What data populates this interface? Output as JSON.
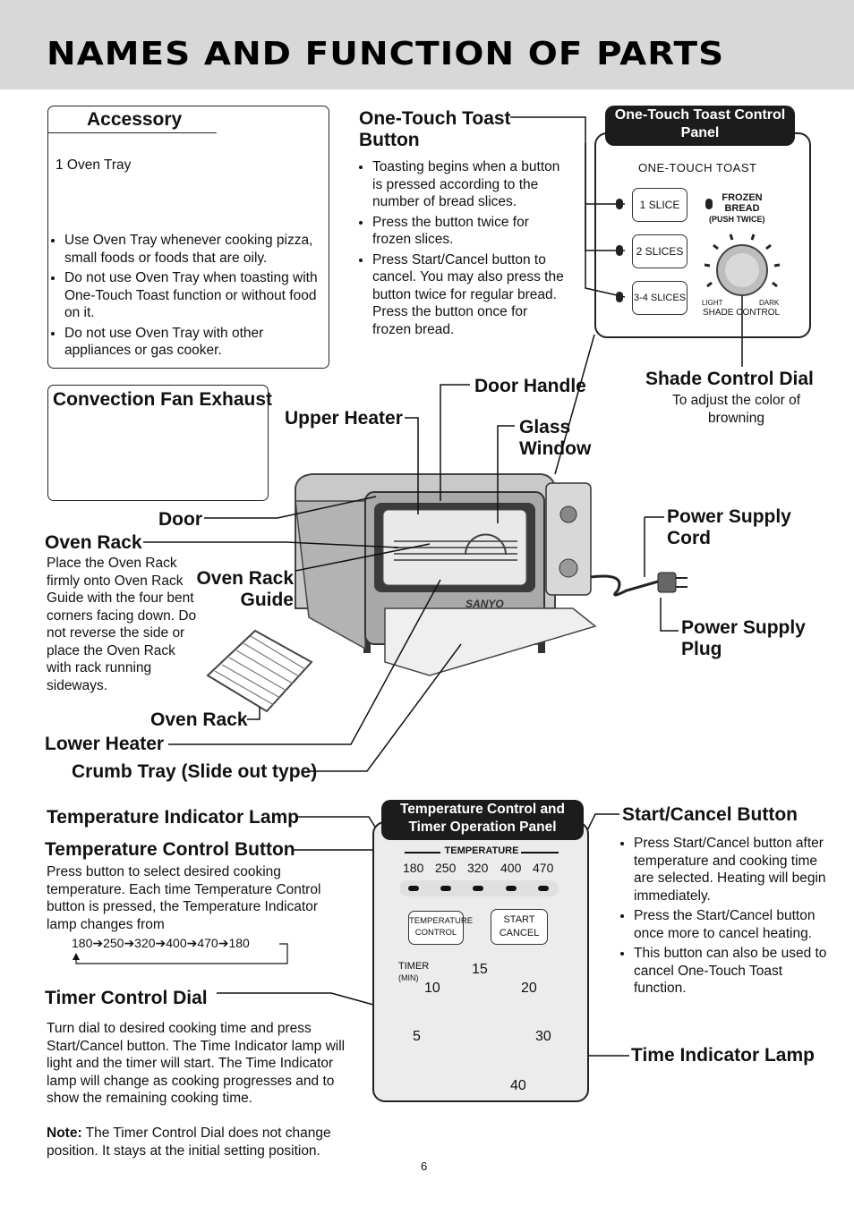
{
  "page": {
    "title": "NAMES AND FUNCTION OF PARTS",
    "page_number": "6"
  },
  "accessory": {
    "title": "Accessory",
    "item": "1 Oven Tray",
    "bullets": [
      "Use Oven Tray whenever cooking pizza, small foods or foods that are oily.",
      "Do not use Oven Tray when toasting with One-Touch Toast function or without food on it.",
      "Do not use Oven Tray with other appliances or gas cooker."
    ]
  },
  "one_touch_button": {
    "title": "One-Touch Toast Button",
    "bullets": [
      "Toasting begins when a button is pressed according to the number of bread slices.",
      "Press the button twice for frozen slices.",
      "Press Start/Cancel button to cancel.  You may also press the button twice for regular bread.  Press the button once for frozen bread."
    ]
  },
  "toast_panel": {
    "title": "One-Touch Toast Control Panel",
    "heading": "ONE-TOUCH  TOAST",
    "buttons": [
      "1 SLICE",
      "2 SLICES",
      "3-4 SLICES"
    ],
    "frozen_label": "FROZEN BREAD",
    "frozen_note": "(PUSH TWICE)",
    "light": "LIGHT",
    "dark": "DARK",
    "dial_label": "SHADE CONTROL"
  },
  "shade_dial": {
    "title": "Shade Control Dial",
    "desc": "To adjust the color of browning"
  },
  "labels": {
    "convection": "Convection Fan Exhaust",
    "upper_heater": "Upper Heater",
    "door_handle": "Door Handle",
    "glass_window": "Glass Window",
    "door": "Door",
    "oven_rack": "Oven Rack",
    "oven_rack_guide": "Oven Rack Guide",
    "power_cord": "Power Supply Cord",
    "power_plug": "Power Supply Plug",
    "oven_rack_2": "Oven Rack",
    "lower_heater": "Lower Heater",
    "crumb_tray": "Crumb Tray (Slide out type)",
    "brand": "SANYO"
  },
  "oven_rack_desc": "Place the Oven Rack firmly onto Oven Rack Guide with the four bent corners facing down.  Do not reverse the side or place the Oven Rack with rack running sideways.",
  "temp_lamp": {
    "title": "Temperature Indicator Lamp"
  },
  "temp_button": {
    "title": "Temperature Control Button",
    "desc": "Press button to select desired cooking temperature.  Each time Temperature Control button is pressed, the Temperature Indicator lamp changes from",
    "sequence": "180➔250➔320➔400➔470➔180"
  },
  "timer_dial": {
    "title": "Timer Control Dial",
    "desc": "Turn dial to desired cooking time and press Start/Cancel button.  The Time Indicator lamp will light and the timer will start.  The Time Indicator lamp will change as cooking progresses and to show the remaining cooking time.",
    "note_label": "Note:",
    "note": " The Timer Control Dial does not change position.  It stays at the initial setting position."
  },
  "temp_panel": {
    "title": "Temperature Control and Timer Operation Panel",
    "temp_heading": "TEMPERATURE",
    "temps": [
      "180",
      "250",
      "320",
      "400",
      "470"
    ],
    "temp_button": "TEMPERATURE CONTROL",
    "start_button": "START CANCEL",
    "timer_label": "TIMER",
    "timer_unit": "(MIN)",
    "timer_marks": [
      "5",
      "10",
      "15",
      "20",
      "30",
      "40"
    ]
  },
  "start_cancel": {
    "title": "Start/Cancel Button",
    "bullets": [
      "Press Start/Cancel button after temperature and cooking time are selected. Heating will begin immediately.",
      "Press the Start/Cancel button once more to cancel heating.",
      "This button can also be used to cancel One-Touch Toast function."
    ]
  },
  "time_lamp": {
    "title": "Time Indicator Lamp"
  }
}
